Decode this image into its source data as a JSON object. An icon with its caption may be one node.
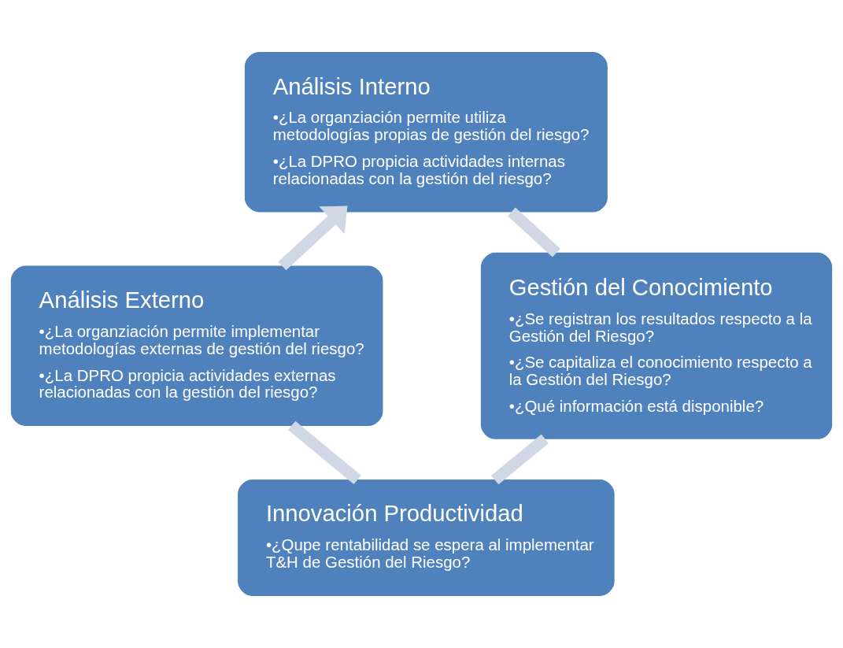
{
  "diagram": {
    "nodes": [
      {
        "text": [
          "Análisis Interno",
          "•¿La organziación permite utiliza metodologías propias de gestión del riesgo?",
          "•¿La DPRO propicia actividades internas relacionadas con la gestión del riesgo?"
        ]
      },
      {
        "text": [
          "Análisis Externo",
          "•¿La organziación permite implementar metodologías externas de gestión del riesgo?",
          "•¿La DPRO propicia actividades externas relacionadas con la gestión del riesgo?"
        ]
      },
      {
        "text": [
          "Gestión del Conocimiento",
          "•¿Se registran los resultados respecto a la Gestión del Riesgo?",
          "•¿Se capitaliza el conocimiento respecto a la Gestión del Riesgo?",
          "•¿Qué información está disponible?"
        ]
      },
      {
        "text": [
          "Innovación Productividad",
          "•¿Qupe rentabilidad se espera al implementar T&H de Gestión del Riesgo?"
        ]
      }
    ],
    "edges": [
      {
        "from": 0,
        "to": 2,
        "arrow": "none"
      },
      {
        "from": 2,
        "to": 3,
        "arrow": "none"
      },
      {
        "from": 3,
        "to": 1,
        "arrow": "none"
      },
      {
        "from": 1,
        "to": 0,
        "arrow": "to"
      }
    ]
  }
}
